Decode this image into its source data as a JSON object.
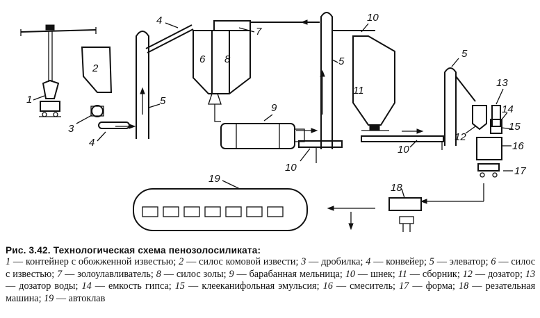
{
  "figure": {
    "labels": {
      "n1": "1",
      "n2": "2",
      "n3": "3",
      "n4a": "4",
      "n4b": "4",
      "n5a": "5",
      "n5b": "5",
      "n5c": "5",
      "n6": "6",
      "n7": "7",
      "n8": "8",
      "n9": "9",
      "n10a": "10",
      "n10b": "10",
      "n10c": "10",
      "n11": "11",
      "n12": "12",
      "n13": "13",
      "n14": "14",
      "n15": "15",
      "n16": "16",
      "n17": "17",
      "n18": "18",
      "n19": "19"
    }
  },
  "caption": {
    "title": "Рис. 3.42. Технологическая схема пенозолосиликата:",
    "items": [
      {
        "num": "1",
        "text": "контейнер с обожженной известью;"
      },
      {
        "num": "2",
        "text": "силос комовой извести;"
      },
      {
        "num": "3",
        "text": "дробилка;"
      },
      {
        "num": "4",
        "text": "конвейер;"
      },
      {
        "num": "5",
        "text": "элеватор;"
      },
      {
        "num": "6",
        "text": "силос с известью;"
      },
      {
        "num": "7",
        "text": "золоулавливатель;"
      },
      {
        "num": "8",
        "text": "силос золы;"
      },
      {
        "num": "9",
        "text": "барабанная мельница;"
      },
      {
        "num": "10",
        "text": "шнек;"
      },
      {
        "num": "11",
        "text": "сборник;"
      },
      {
        "num": "12",
        "text": "дозатор;"
      },
      {
        "num": "13",
        "text": "дозатор воды;"
      },
      {
        "num": "14",
        "text": "емкость гипса;"
      },
      {
        "num": "15",
        "text": "клееканифольная эмульсия;"
      },
      {
        "num": "16",
        "text": "смеситель;"
      },
      {
        "num": "17",
        "text": "форма;"
      },
      {
        "num": "18",
        "text": "резательная машина;"
      },
      {
        "num": "19",
        "text": "автоклав"
      }
    ]
  }
}
